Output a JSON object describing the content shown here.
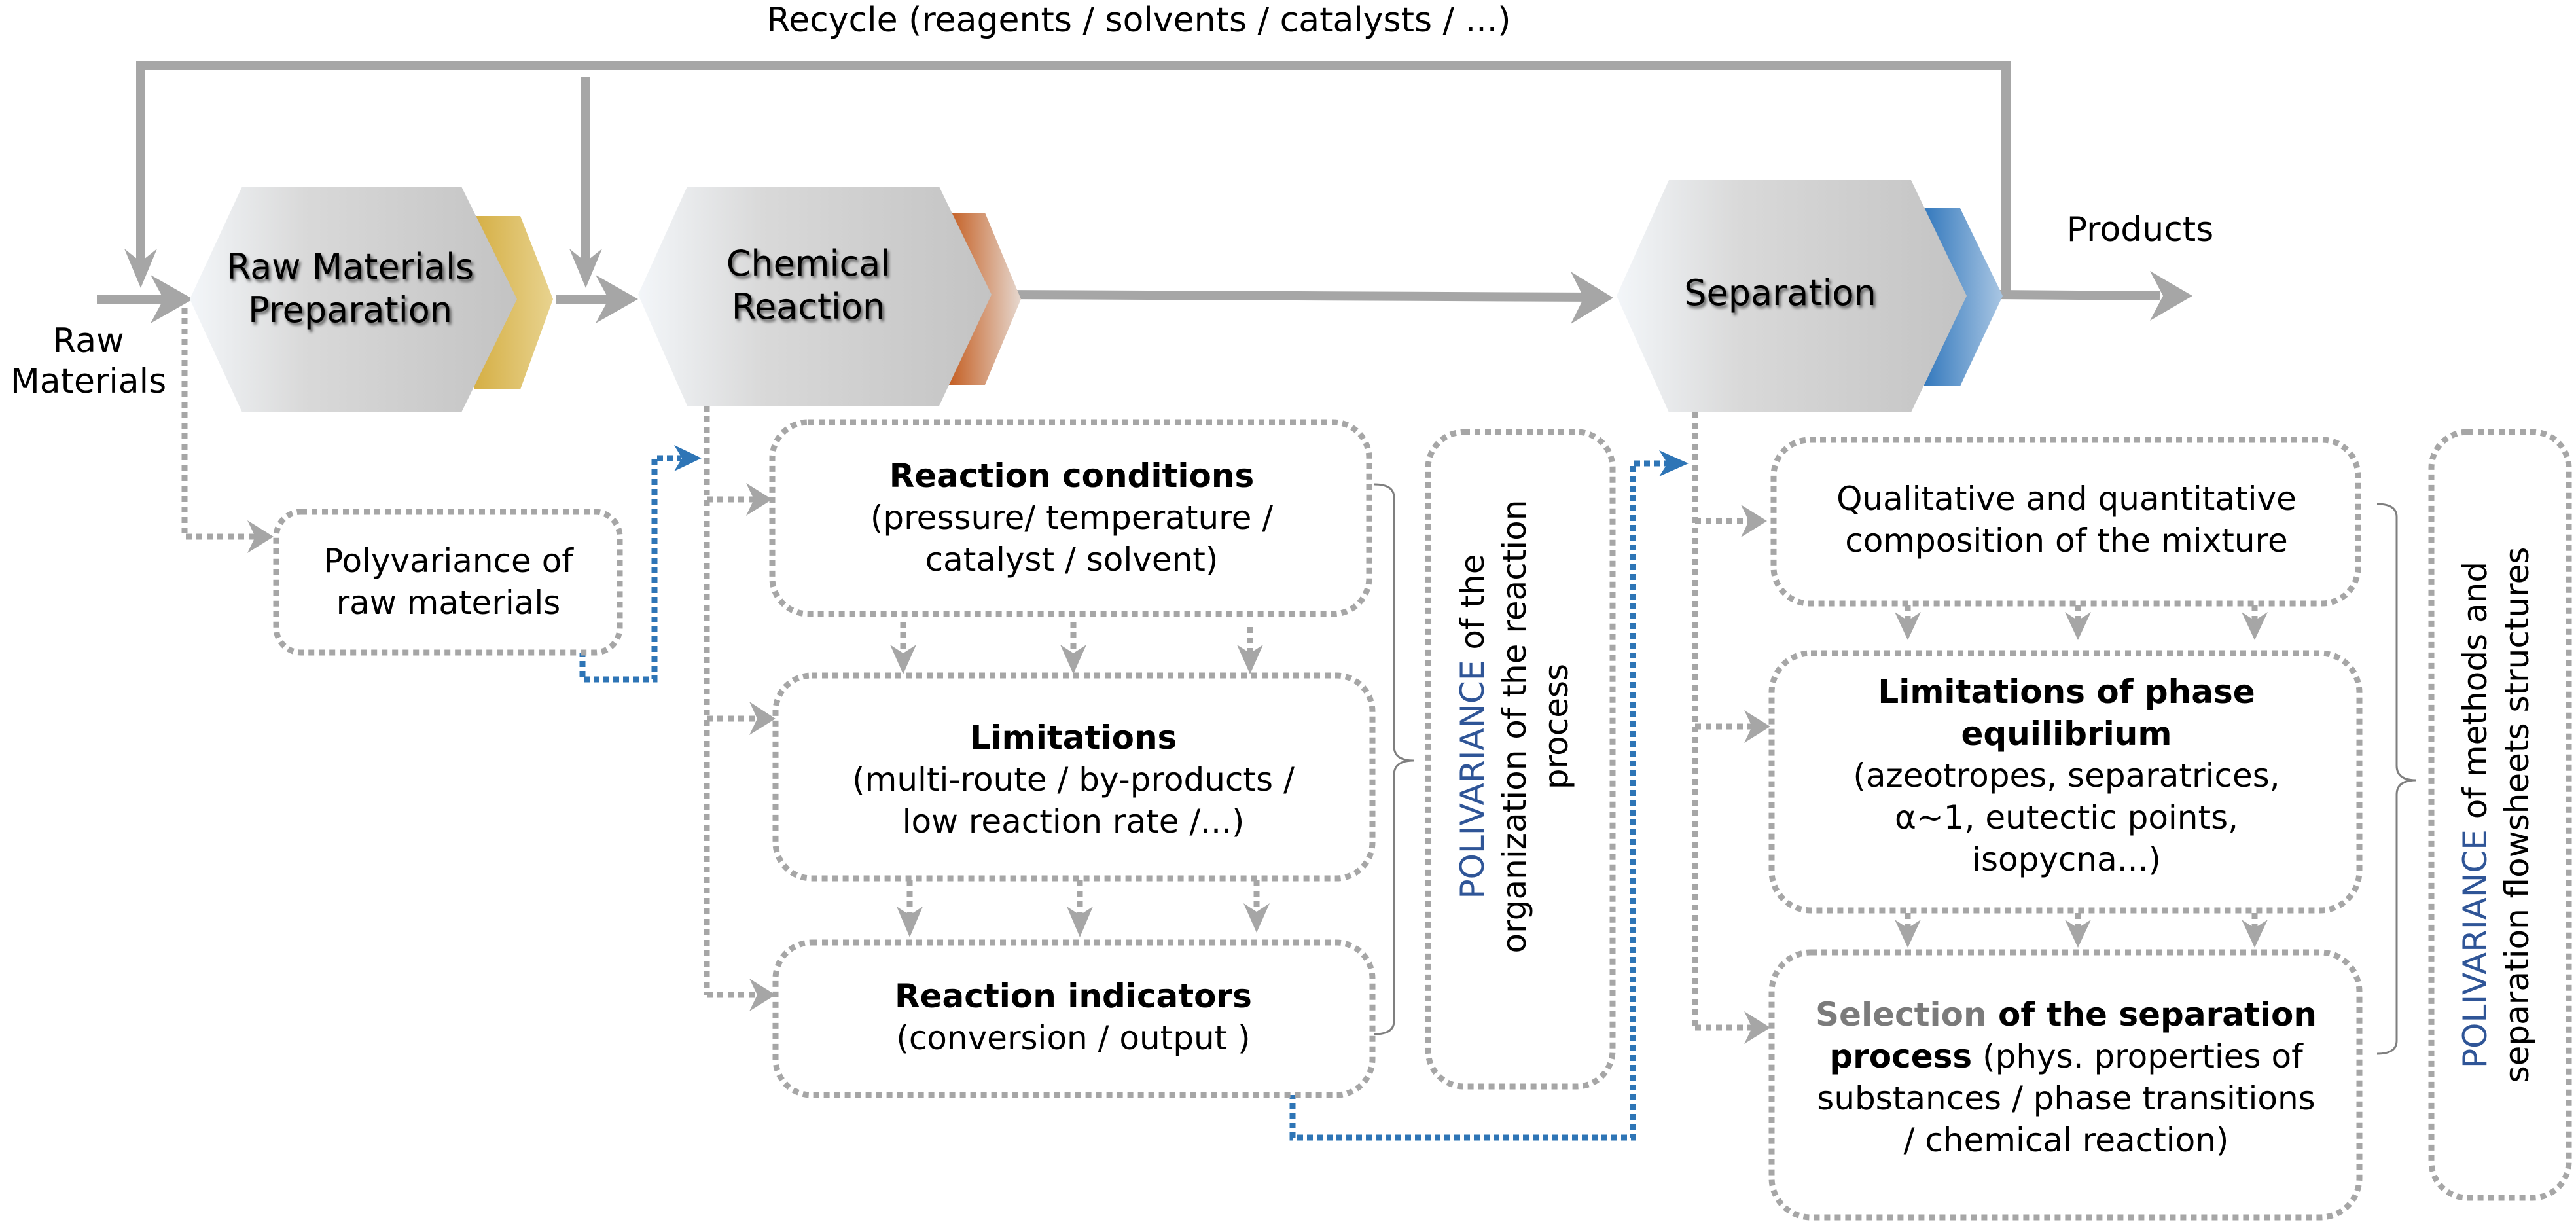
{
  "recycle": {
    "label": "Recycle (reagents / solvents / catalysts / ...)"
  },
  "inputs": {
    "raw_materials_line1": "Raw",
    "raw_materials_line2": "Materials"
  },
  "outputs": {
    "products": "Products"
  },
  "stages": [
    {
      "id": "raw-materials-preparation",
      "line1": "Raw Materials",
      "line2": "Preparation",
      "accent": "#d9b650",
      "accent_light": "#e6cf8a"
    },
    {
      "id": "chemical-reaction",
      "line1": "Chemical",
      "line2": "Reaction",
      "accent": "#c9652a",
      "accent_light": "#e2cfc2"
    },
    {
      "id": "separation",
      "line1": "Separation",
      "line2": "",
      "accent": "#3a7fc1",
      "accent_light": "#a7c4e2"
    }
  ],
  "raw_box": {
    "line1": "Polyvariance of",
    "line2": "raw materials"
  },
  "reaction_boxes": [
    {
      "title": "Reaction conditions",
      "line1": "(pressure/ temperature /",
      "line2": "catalyst / solvent)"
    },
    {
      "title": "Limitations",
      "line1": "(multi-route / by-products /",
      "line2": "low reaction rate /...)"
    },
    {
      "title": "Reaction indicators",
      "line1": "(conversion / output )",
      "line2": ""
    }
  ],
  "reaction_poly": {
    "highlight": "POLIVARIANCE",
    "rest1": " of the",
    "line2": "organization of the reaction",
    "line3": "process"
  },
  "separation_boxes": [
    {
      "line1": "Qualitative and quantitative",
      "line2": "composition of the mixture"
    },
    {
      "title1": "Limitations of phase",
      "title2": "equilibrium",
      "line1": "(azeotropes, separatrices,",
      "line2": "α~1, eutectic points,",
      "line3": "isopycna...)"
    },
    {
      "grey_word": "Selection",
      "bold1": " of the separation",
      "bold2": "process",
      "line1": " (phys. properties of",
      "line2": "substances / phase transitions",
      "line3": "/ chemical reaction)"
    }
  ],
  "separation_poly": {
    "highlight": "POLIVARIANCE",
    "rest1": " of methods and",
    "line2": "separation flowsheets structures"
  },
  "colors": {
    "main_arrow": "#a6a6a6",
    "dotted_grey": "#a6a6a6",
    "dotted_blue": "#2e75b6",
    "polivariance_blue": "#2f5597",
    "selection_grey": "#7b7b7b"
  }
}
